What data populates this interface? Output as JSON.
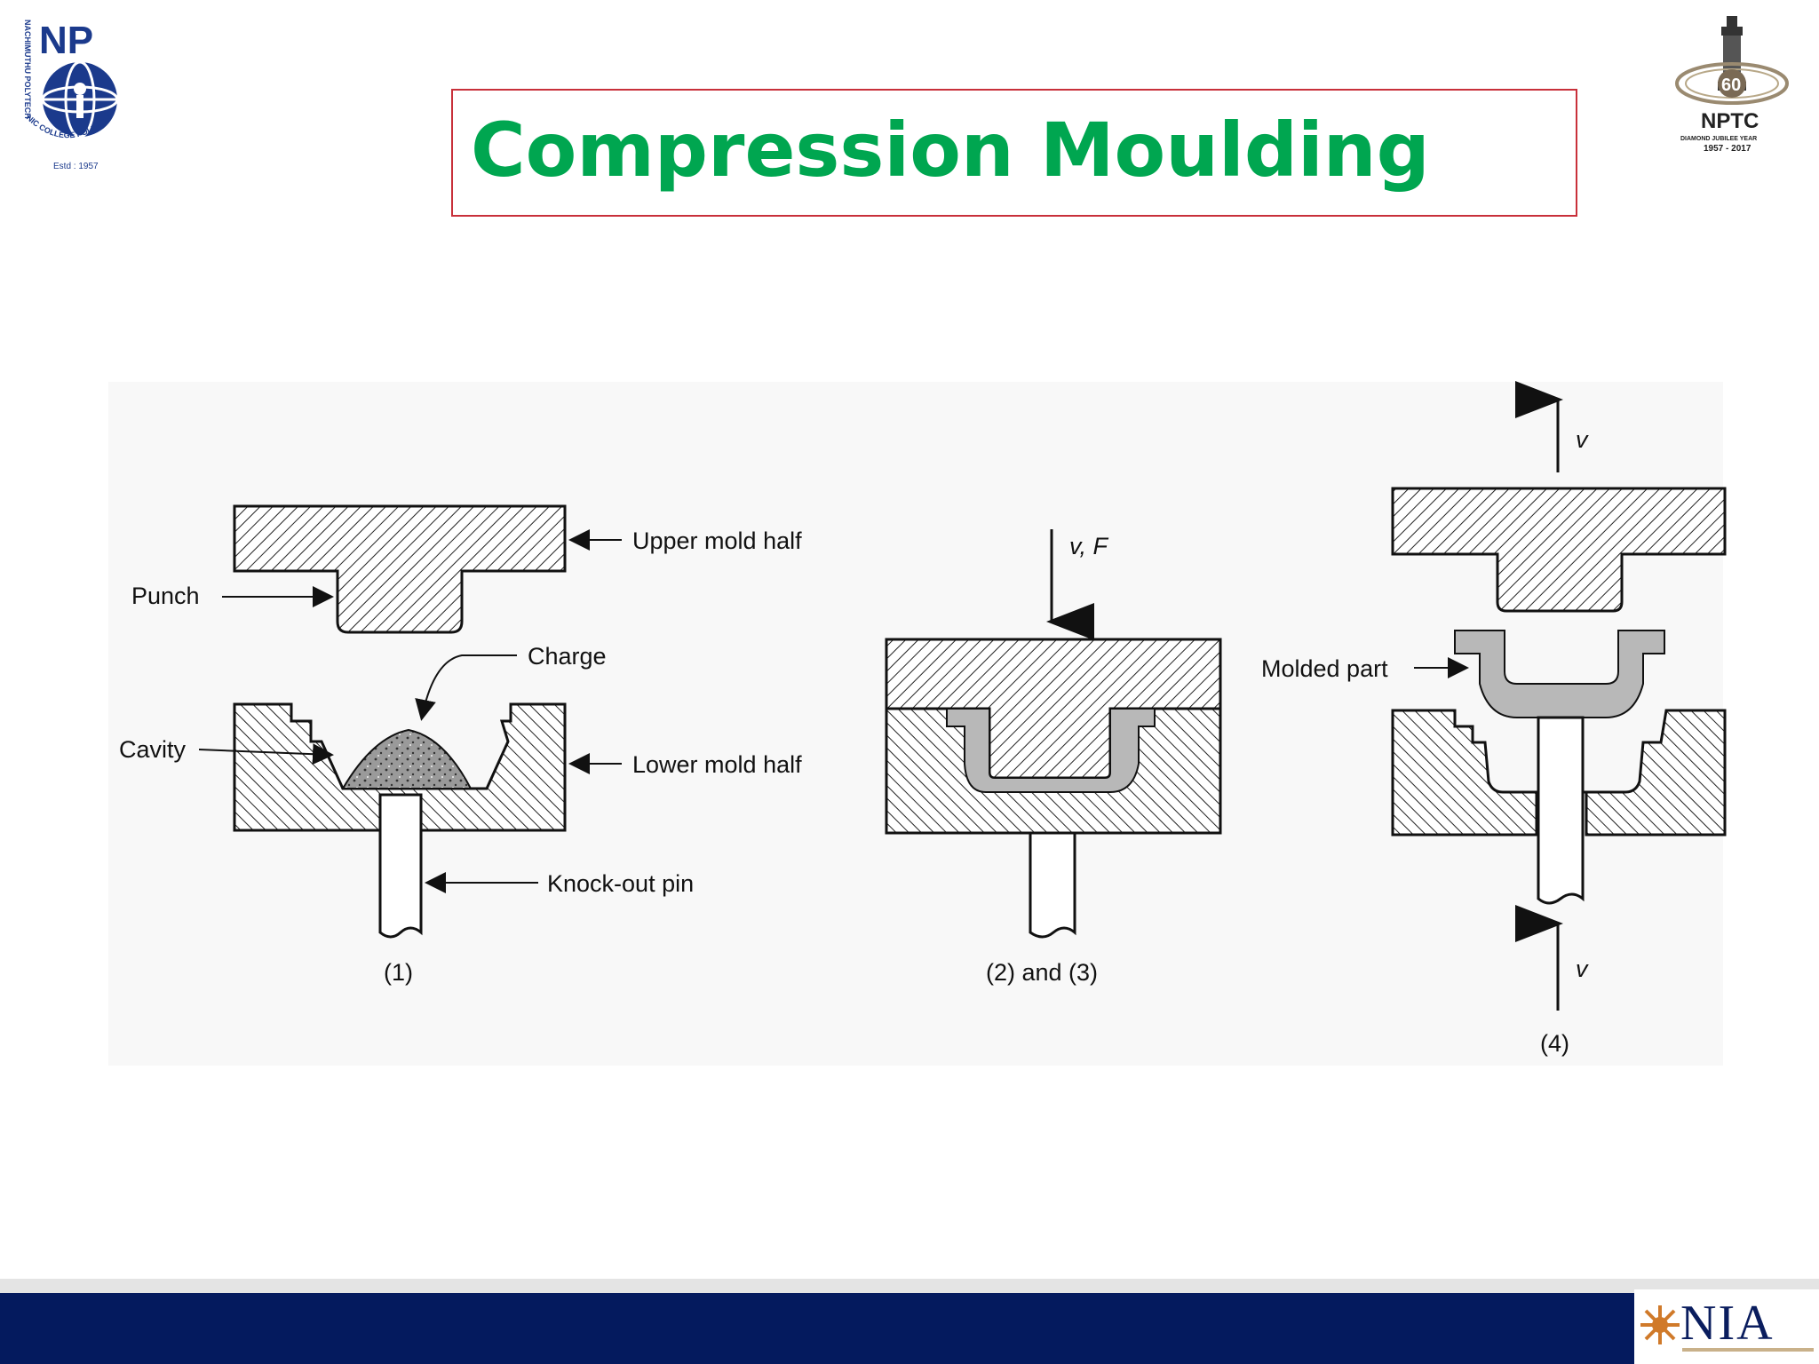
{
  "slide": {
    "title": "Compression Moulding"
  },
  "logo_left": {
    "letters": "NP",
    "arc_text": "NACHIMUTHU POLYTECHNIC COLLEGE POLLACHI",
    "estd": "Estd : 1957",
    "icon": "college-globe-emblem-icon"
  },
  "logo_right": {
    "jubilee_number": "60",
    "name": "NPTC",
    "subtitle": "DIAMOND JUBILEE YEAR",
    "years": "1957 - 2017",
    "icon": "tower-jubilee-emblem-icon"
  },
  "footer": {
    "brand": "NIA",
    "tagline": "",
    "icon": "nia-sun-emblem-icon",
    "band_color": "#041a5e"
  },
  "diagram": {
    "labels": {
      "upper_mold_half": "Upper mold half",
      "punch": "Punch",
      "charge": "Charge",
      "cavity": "Cavity",
      "lower_mold_half": "Lower mold half",
      "knock_out_pin": "Knock-out pin",
      "force_label": "v, F",
      "molded_part": "Molded part",
      "v_up": "v",
      "v_bottom": "v"
    },
    "steps": {
      "step1": "(1)",
      "step23": "(2) and (3)",
      "step4": "(4)"
    }
  },
  "colors": {
    "title": "#00a650",
    "title_border": "#c8303a"
  }
}
